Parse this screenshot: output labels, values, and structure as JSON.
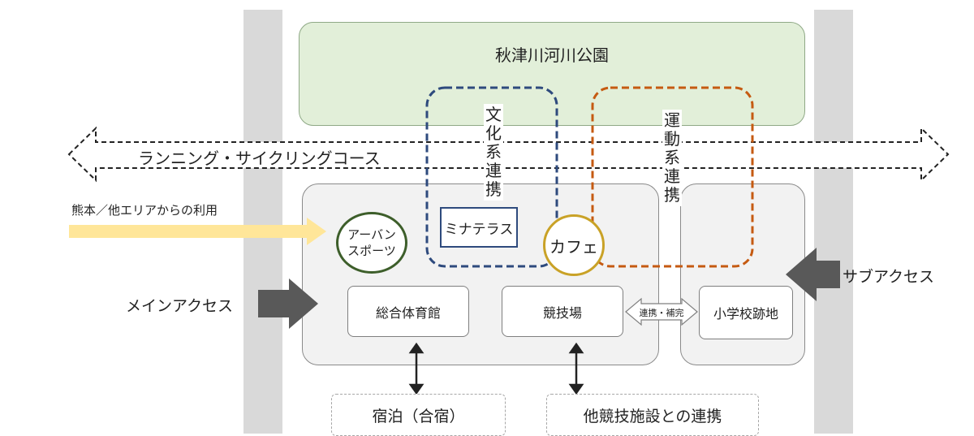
{
  "park": {
    "label": "秋津川河川公園"
  },
  "course": {
    "label": "ランニング・サイクリングコース"
  },
  "inflow": {
    "label": "熊本／他エリアからの利用"
  },
  "cultural": {
    "chars": [
      "文",
      "化",
      "系",
      "連",
      "携"
    ]
  },
  "sports": {
    "chars": [
      "運",
      "動",
      "系",
      "連",
      "携"
    ]
  },
  "minaterasu": {
    "label": "ミナテラス"
  },
  "urban_sports": {
    "line1": "アーバン",
    "line2": "スポーツ"
  },
  "cafe": {
    "label": "カフェ"
  },
  "main_access": {
    "label": "メインアクセス"
  },
  "sub_access": {
    "label": "サブアクセス"
  },
  "facilities": {
    "gym": "総合体育館",
    "stadium": "競技場",
    "school": "小学校跡地"
  },
  "link": {
    "label": "連携・補完"
  },
  "external": {
    "lodging": "宿泊（合宿）",
    "other": "他競技施設との連携"
  },
  "colors": {
    "cultural_border": "#2e4a7d",
    "sports_border": "#c55a11",
    "park_fill": "#e2efd9",
    "inflow_arrow": "#ffe699",
    "access_arrow": "#595959"
  }
}
